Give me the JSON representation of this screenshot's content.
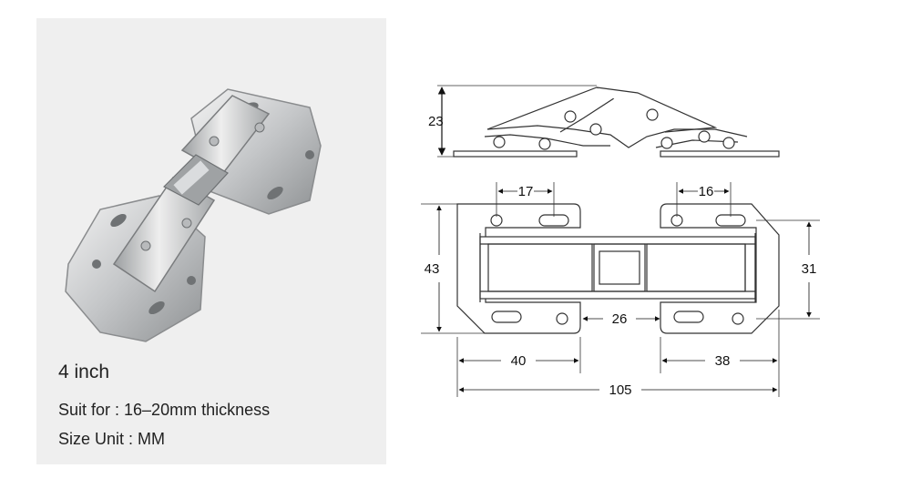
{
  "product": {
    "size_label": "4 inch",
    "thickness_line": "Suit for : 16–20mm thickness",
    "unit_line": "Size Unit : MM"
  },
  "dimensions": {
    "height_side": "23",
    "hole_spacing_left": "17",
    "hole_spacing_right": "16",
    "plate_height": "43",
    "arm_height": "31",
    "gap": "26",
    "left_plate_width": "40",
    "right_plate_width": "38",
    "overall_length": "105"
  },
  "colors": {
    "panel_bg": "#efefef",
    "line": "#333333",
    "metal": "#c9cbcd"
  }
}
